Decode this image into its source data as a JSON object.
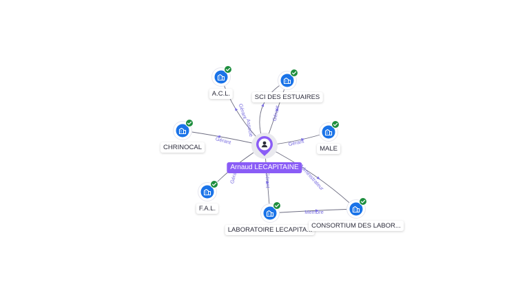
{
  "center": {
    "label": "Arnaud LECAPITAINE",
    "color": "#8a5cf6"
  },
  "nodes": [
    {
      "id": "acl",
      "label": "A.C.L."
    },
    {
      "id": "sci",
      "label": "SCI DES ESTUAIRES"
    },
    {
      "id": "chrinocal",
      "label": "CHRINOCAL"
    },
    {
      "id": "male",
      "label": "MALE"
    },
    {
      "id": "fal",
      "label": "F.A.L."
    },
    {
      "id": "labo",
      "label": "LABORATOIRE LECAPITA..."
    },
    {
      "id": "consortium",
      "label": "CONSORTIUM DES LABOR..."
    }
  ],
  "edges": [
    {
      "from": "center",
      "to": "acl",
      "label": "Gérant"
    },
    {
      "from": "center",
      "to": "sci",
      "label": "Gérant"
    },
    {
      "from": "center",
      "to": "sci",
      "label": "Associé"
    },
    {
      "from": "center",
      "to": "chrinocal",
      "label": "Gérant"
    },
    {
      "from": "center",
      "to": "male",
      "label": "Gérant"
    },
    {
      "from": "center",
      "to": "fal",
      "label": "Gérant"
    },
    {
      "from": "center",
      "to": "labo",
      "label": "Gérant"
    },
    {
      "from": "center",
      "to": "consortium",
      "label": "Administrateur"
    },
    {
      "from": "labo",
      "to": "consortium",
      "label": "Membre"
    }
  ],
  "colors": {
    "company_icon": "#1a73e8",
    "check_badge": "#1e8e3e",
    "edge": "#6c6c80",
    "edge_label": "#7a6ee0"
  },
  "icons": {
    "company": "company-building-icon",
    "verified": "check-badge-icon",
    "person": "person-icon"
  }
}
